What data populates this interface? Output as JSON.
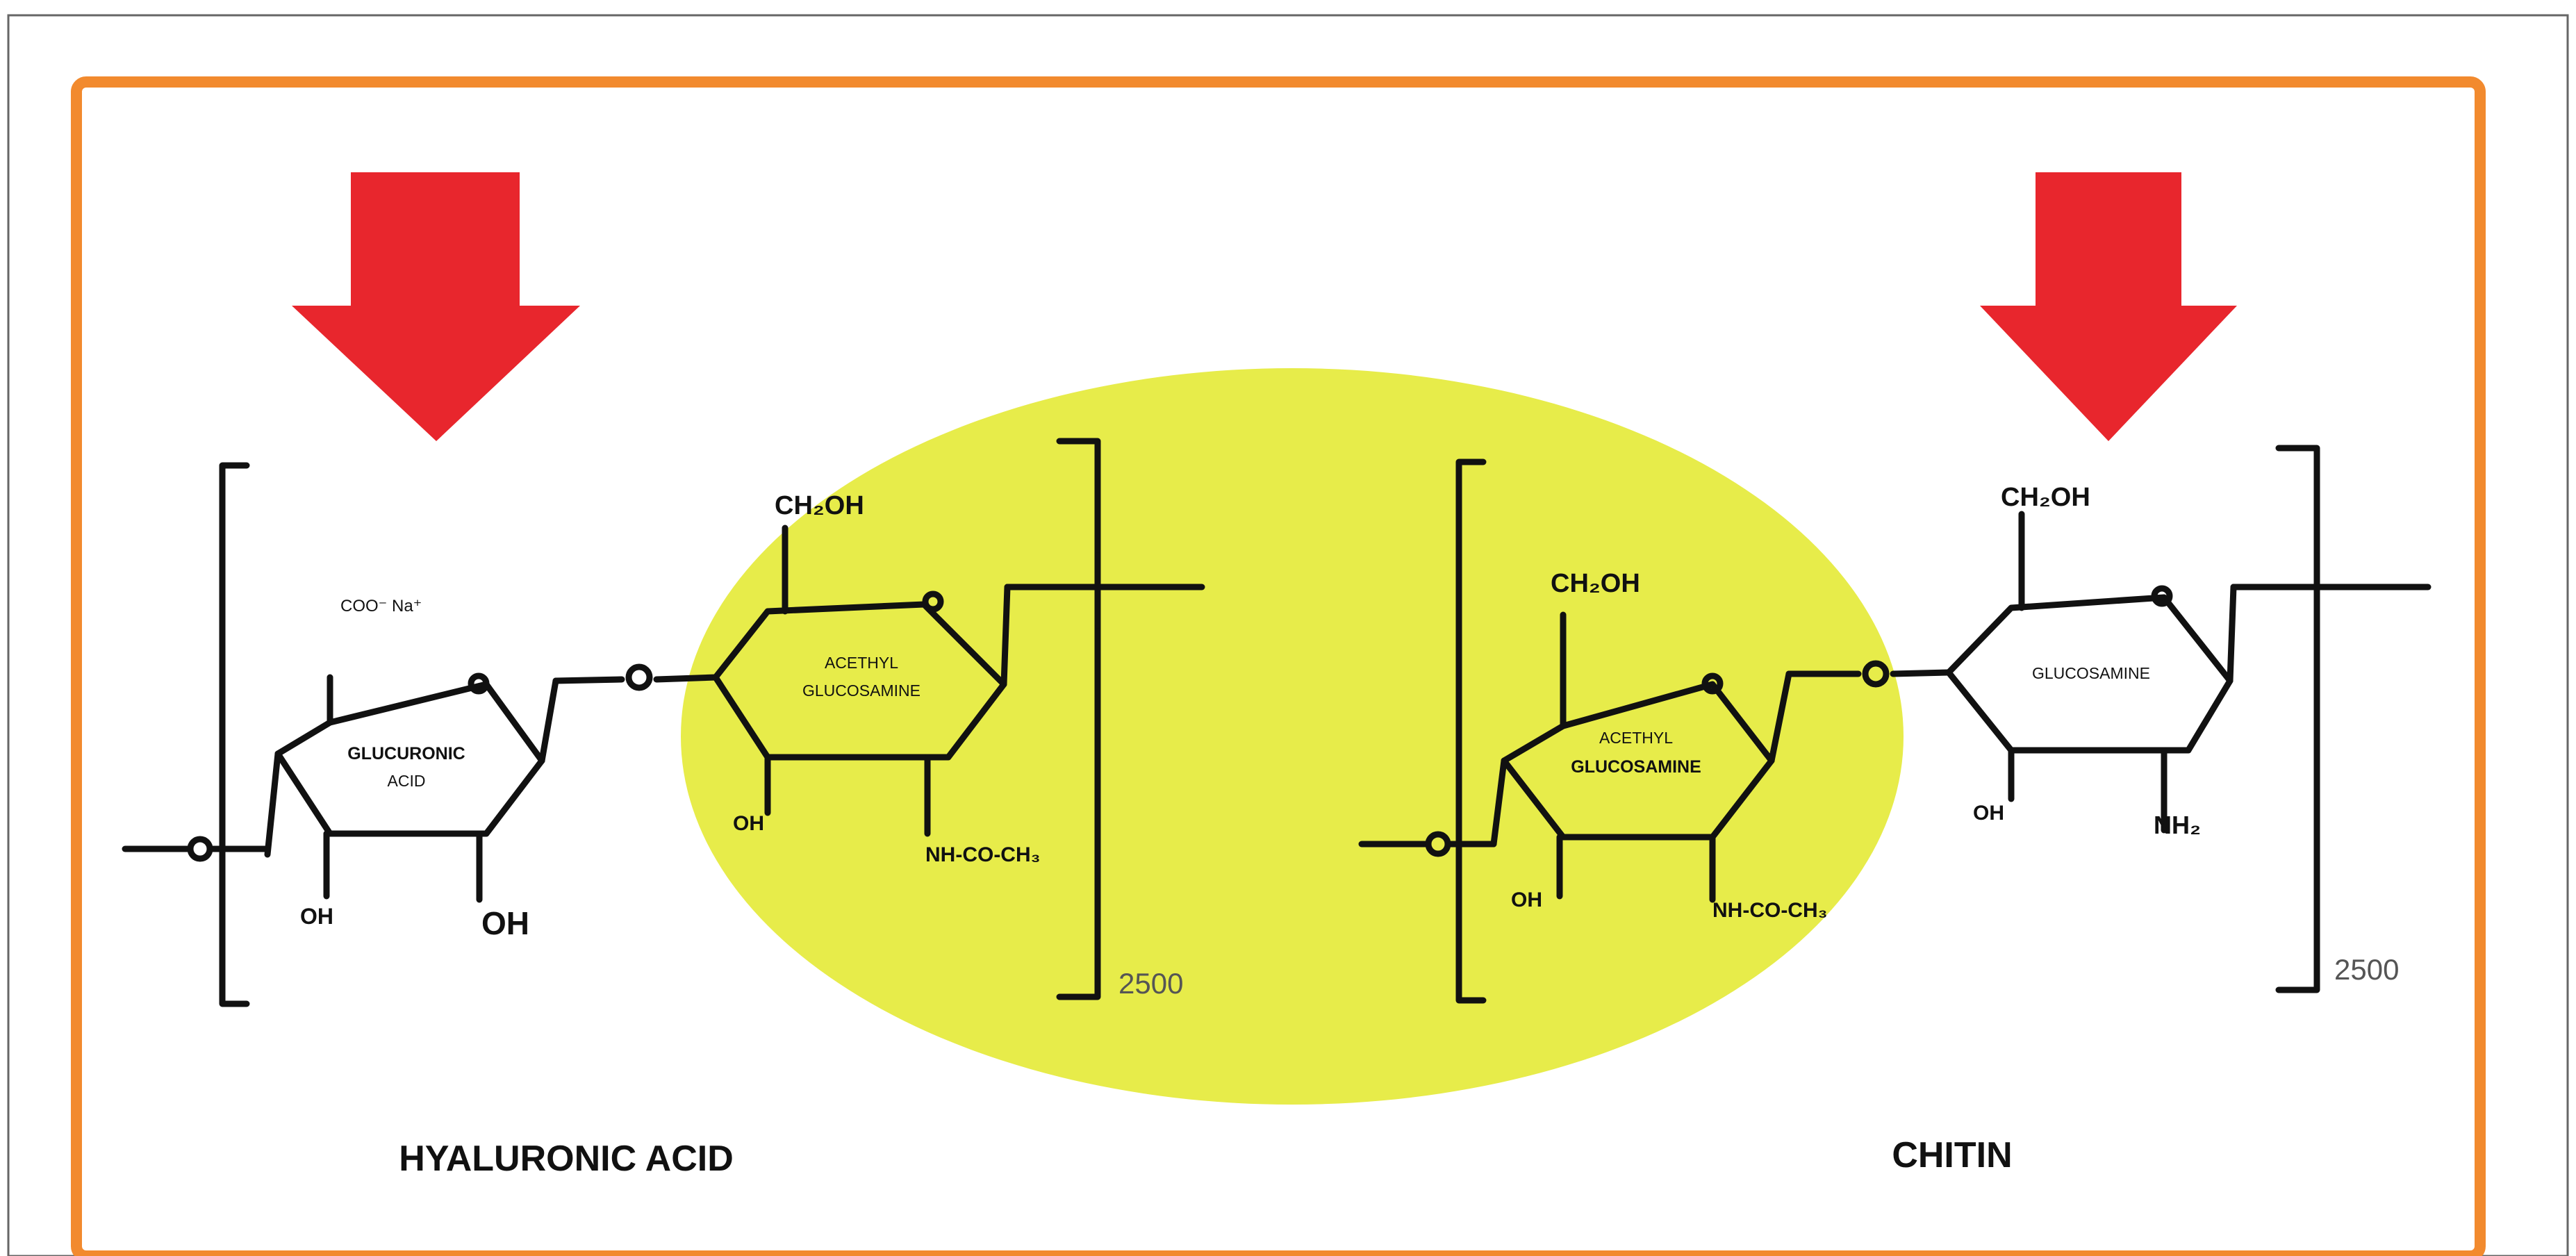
{
  "colors": {
    "frame": "#f28a2e",
    "outer_border": "#666666",
    "ellipse": "#e7ec4a",
    "arrow": "#e8262d",
    "structure": "#111111",
    "repeat_count": "#555555"
  },
  "icons": {
    "left_arrow": "down-arrow-icon",
    "right_arrow": "down-arrow-icon"
  },
  "hyaluronic": {
    "name": "HYALURONIC ACID",
    "ring1": {
      "line1": "GLUCURONIC",
      "line2": "ACID",
      "substituent_top": "COO⁻ Na⁺",
      "oh_left": "OH",
      "oh_right": "OH",
      "ring_oxygen": "O"
    },
    "linkage_oxygen": "O",
    "chain_oxygen": "O",
    "ring2": {
      "line1": "ACETHYL",
      "line2": "GLUCOSAMINE",
      "substituent_top": "CH₂OH",
      "oh": "OH",
      "amide": "NH-CO-CH₃",
      "ring_oxygen": "O"
    },
    "repeat": "2500"
  },
  "chitin": {
    "name": "CHITIN",
    "ring1": {
      "line1": "ACETHYL",
      "line2": "GLUCOSAMINE",
      "substituent_top": "CH₂OH",
      "oh": "OH",
      "amide": "NH-CO-CH₃",
      "ring_oxygen": "O"
    },
    "linkage_oxygen": "O",
    "chain_oxygen": "O",
    "ring2": {
      "line1": "GLUCOSAMINE",
      "substituent_top": "CH₂OH",
      "oh": "OH",
      "amine": "NH₂",
      "ring_oxygen": "O"
    },
    "repeat": "2500"
  }
}
